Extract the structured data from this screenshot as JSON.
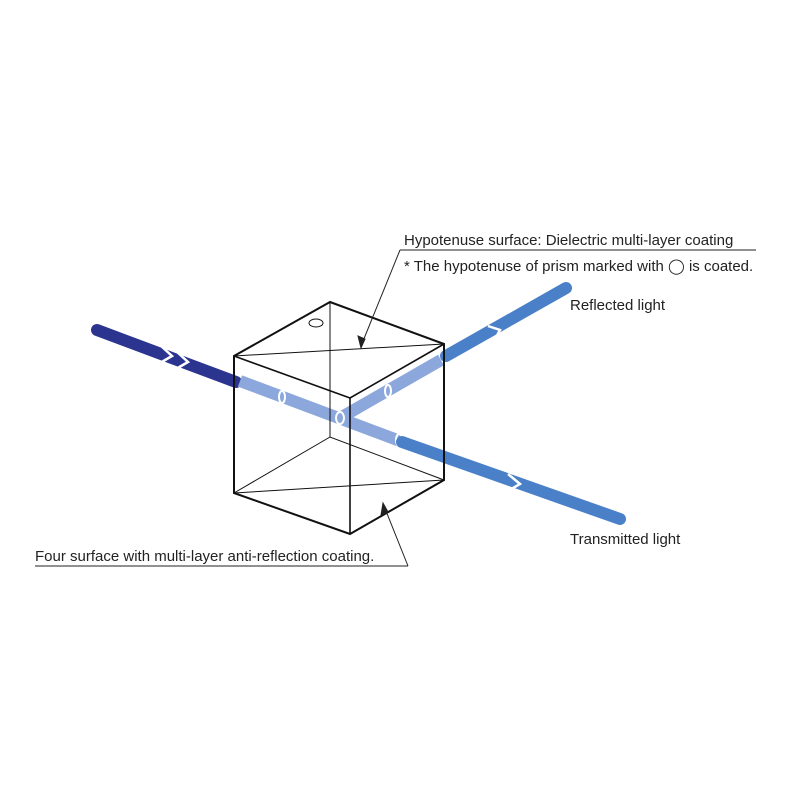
{
  "labels": {
    "hypotenuse": "Hypotenuse surface: Dielectric multi-layer coating",
    "note": "* The hypotenuse of prism marked with ◯ is coated.",
    "reflected": "Reflected light",
    "transmitted": "Transmitted light",
    "four_surface": "Four surface with multi-layer anti-reflection coating."
  },
  "colors": {
    "incident_beam": "#2b3590",
    "output_beam": "#4a80c8",
    "internal_beam": "#8ba7db",
    "outline": "#111111"
  }
}
